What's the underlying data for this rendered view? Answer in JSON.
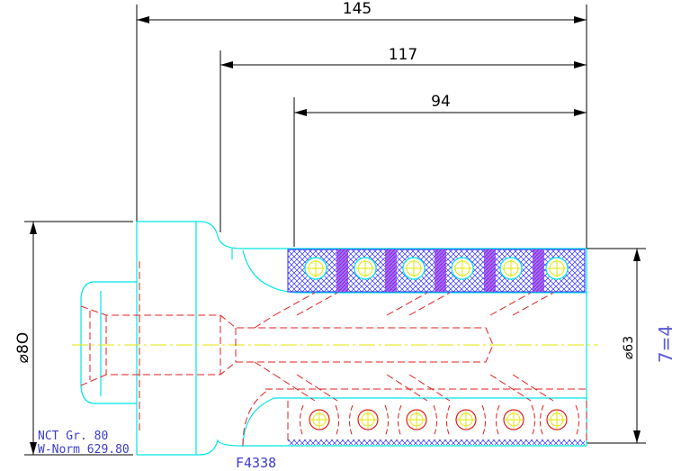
{
  "dimensions": {
    "overall_length": "145",
    "shank_length": "117",
    "insert_length": "94",
    "head_diameter": "⌀8O",
    "body_diameter": "⌀63"
  },
  "notes": {
    "grade": "NCT Gr. 80",
    "norm": "W-Norm 629.80",
    "part_code": "F4338",
    "ratio": "7=4"
  },
  "colors": {
    "outline": "#00e5e5",
    "hidden": "#e02020",
    "centerline": "#e6e600",
    "hatch_blue": "#3030ff",
    "hatch_magenta": "#d000d0",
    "text": "#000000",
    "note": "#3b3bd0"
  }
}
